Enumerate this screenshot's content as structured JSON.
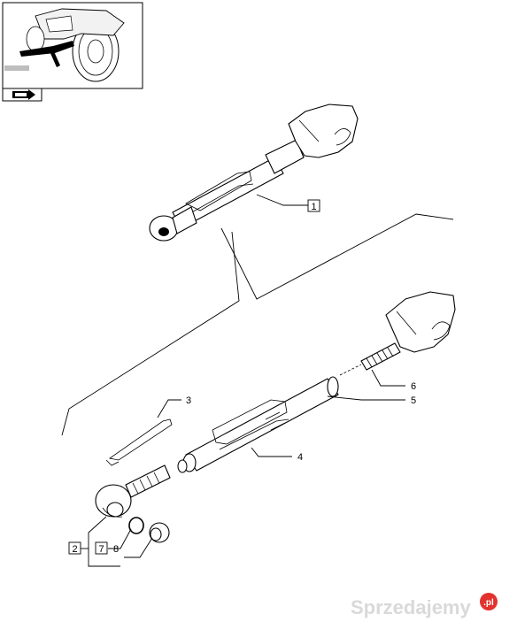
{
  "callouts": {
    "c1": "1",
    "c2": "2",
    "c3": "3",
    "c4": "4",
    "c5": "5",
    "c6": "6",
    "c7": "7",
    "c8": "8"
  },
  "watermark": {
    "text": "Sprzedajemy",
    "suffix": ".pl",
    "color": "#d9d9d9",
    "badge_color": "#e2322e"
  },
  "icons": {
    "thumbnail": "tractor-thumbnail-icon",
    "nav": "page-arrow-icon"
  }
}
